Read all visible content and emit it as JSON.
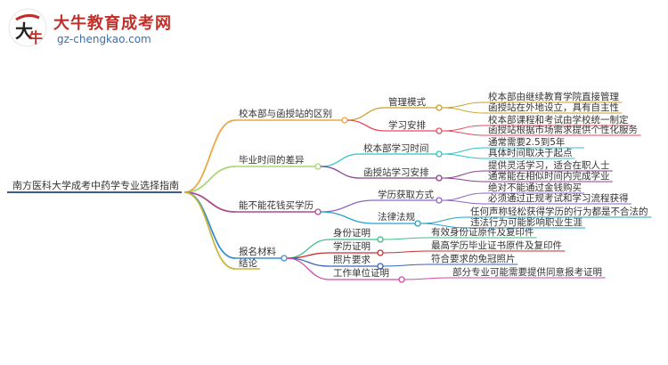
{
  "logo": {
    "brand": "大牛教育成考网",
    "domain": "gz-chengkao.com"
  },
  "mindmap": {
    "root": "南方医科大学成考中药学专业选择指南",
    "branches": [
      {
        "label": "校本部与函授站的区别",
        "color": "#f0a640",
        "children": [
          {
            "label": "管理模式",
            "color": "#c9a227",
            "leaves": [
              "校本部由继续教育学院直接管理",
              "函授站在外地设立，具有自主性"
            ]
          },
          {
            "label": "学习安排",
            "color": "#e84a5f",
            "leaves": [
              "校本部课程和考试由学校统一制定",
              "函授站根据市场需求提供个性化服务"
            ]
          }
        ]
      },
      {
        "label": "毕业时间的差异",
        "color": "#a9d86e",
        "children": [
          {
            "label": "校本部学习时间",
            "color": "#2ec4c4",
            "leaves": [
              "通常需要2.5到5年",
              "具体时间取决于起点"
            ]
          },
          {
            "label": "函授站学习安排",
            "color": "#8a3f8e",
            "leaves": [
              "提供灵活学习，适合在职人士",
              "通常能在相似时间内完成学业"
            ]
          }
        ]
      },
      {
        "label": "能不能花钱买学历",
        "color": "#b04a8e",
        "children": [
          {
            "label": "学历获取方式",
            "color": "#8e63c7",
            "leaves": [
              "绝对不能通过金钱购买",
              "必须通过正规考试和学习流程获得"
            ]
          },
          {
            "label": "法律法规",
            "color": "#2aa0c8",
            "leaves": [
              "任何声称轻松获得学历的行为都是不合法的",
              "违法行为可能影响职业生涯"
            ]
          }
        ]
      },
      {
        "label": "报名材料",
        "color": "#3a8fd4",
        "children": [
          {
            "label": "身份证明",
            "color": "#3fbf8a",
            "leaves": [
              "有效身份证原件及复印件"
            ]
          },
          {
            "label": "学历证明",
            "color": "#c62f2f",
            "leaves": [
              "最高学历毕业证书原件及复印件"
            ]
          },
          {
            "label": "照片要求",
            "color": "#3565b5",
            "leaves": [
              "符合要求的免冠照片"
            ]
          },
          {
            "label": "工作单位证明",
            "color": "#d04aa8",
            "leaves": [
              "部分专业可能需要提供同意报考证明"
            ]
          }
        ]
      },
      {
        "label": "结论",
        "color": "#c8b83a",
        "children": []
      }
    ]
  }
}
